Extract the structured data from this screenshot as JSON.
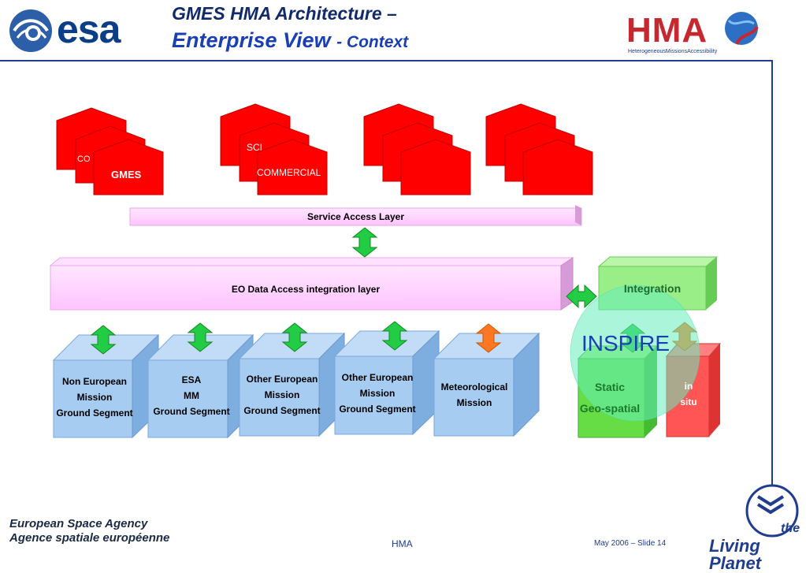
{
  "header": {
    "title_line1": "GMES HMA Architecture –",
    "title_line2_main": "Enterprise View",
    "title_line2_sub": "- Context",
    "esa_logo_text": "esa",
    "hma_logo_text": "HMA",
    "hma_tagline": "HeterogeneousMissionsAccessibility"
  },
  "diagram": {
    "house_labels": {
      "co": "CO",
      "gmes": "GMES",
      "sci": "SCI",
      "commercial": "COMMERCIAL"
    },
    "service_access_layer": "Service Access Layer",
    "eo_data_access_layer": "EO Data Access integration layer",
    "integration": "Integration",
    "inspire": "INSPIRE",
    "boxes": [
      {
        "lines": [
          "Non European",
          "Mission",
          "Ground Segment"
        ]
      },
      {
        "lines": [
          "ESA",
          "MM",
          "Ground Segment"
        ]
      },
      {
        "lines": [
          "Other European",
          "Mission",
          "Ground Segment"
        ]
      },
      {
        "lines": [
          "Other European",
          "Mission",
          "Ground Segment"
        ]
      },
      {
        "lines": [
          "Meteorological",
          "Mission"
        ]
      }
    ],
    "static_geo": [
      "Static",
      "Geo-spatial"
    ],
    "in_situ": [
      "in",
      "situ"
    ]
  },
  "footer": {
    "agency_en": "European Space Agency",
    "agency_fr": "Agence spatiale européenne",
    "center": "HMA",
    "date_slide": "May 2006 – Slide 14",
    "living_planet_1": "the",
    "living_planet_2": "Living Planet"
  },
  "colors": {
    "house_red": "#ff0000",
    "layer_pink": "#ffccff",
    "box_blue": "#a6ccf2",
    "arrow_green": "#22cc44",
    "arrow_orange": "#ff7722",
    "integration_green": "#99ee88",
    "inspire_cyan": "#88eecc",
    "header_blue": "#1f3c8f"
  }
}
